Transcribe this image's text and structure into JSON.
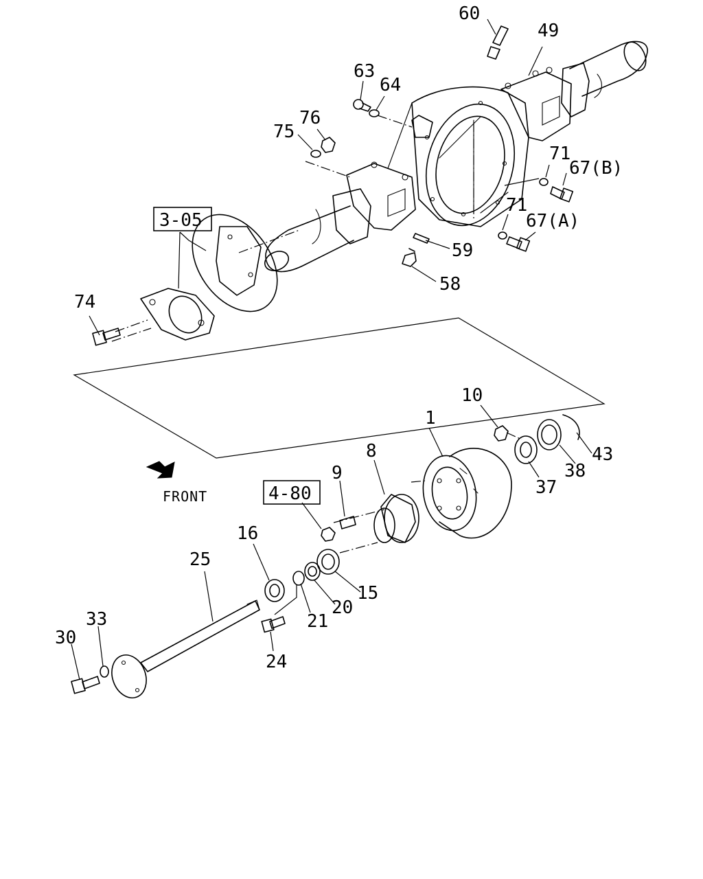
{
  "diagram": {
    "callouts": {
      "p60": "60",
      "p49": "49",
      "p63": "63",
      "p64": "64",
      "p76": "76",
      "p75": "75",
      "p71a": "71",
      "p71b": "71",
      "p67b": "67(B)",
      "p67a": "67(A)",
      "p59": "59",
      "p58": "58",
      "p74": "74",
      "p10": "10",
      "p1": "1",
      "p8": "8",
      "p9": "9",
      "p43": "43",
      "p38": "38",
      "p37": "37",
      "p16": "16",
      "p25": "25",
      "p15": "15",
      "p20": "20",
      "p21": "21",
      "p24": "24",
      "p33": "33",
      "p30": "30"
    },
    "references": {
      "r305": "3-05",
      "r480": "4-80"
    },
    "front_label": "FRONT"
  }
}
